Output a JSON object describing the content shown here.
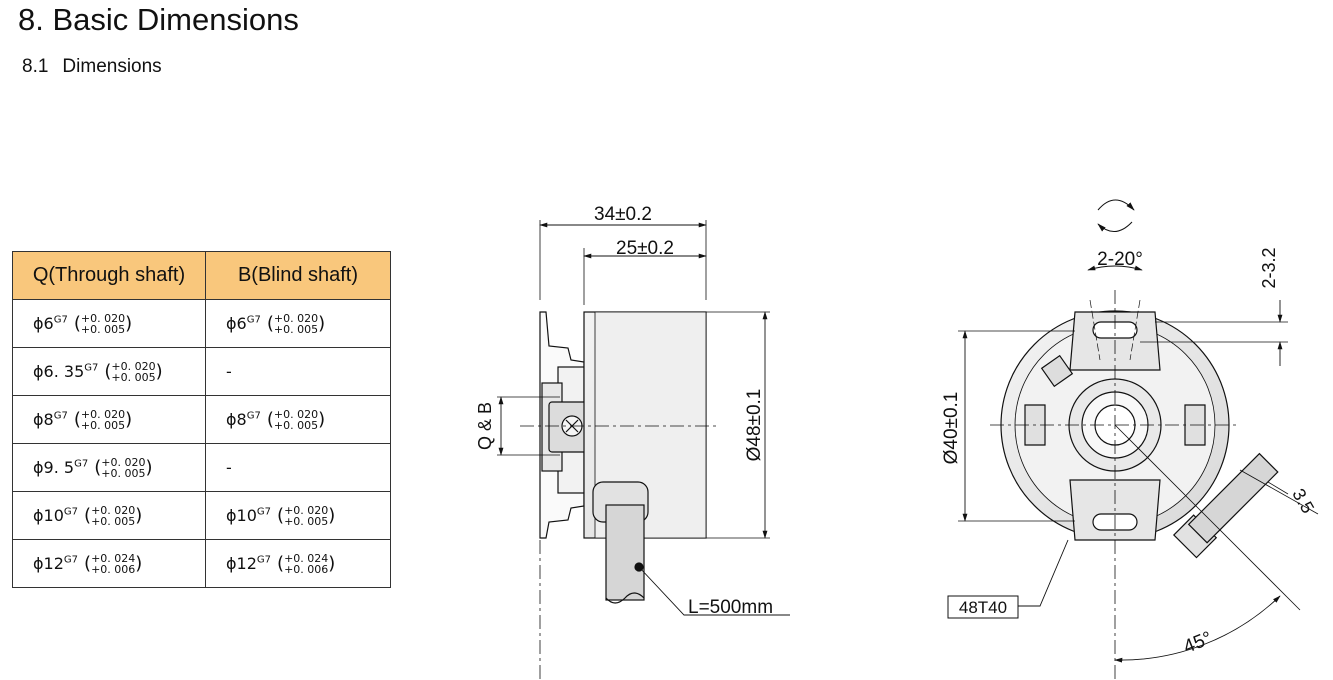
{
  "page": {
    "title": "8.  Basic Dimensions",
    "subtitle_number": "8.1",
    "subtitle_text": "Dimensions"
  },
  "table": {
    "headers": [
      "Q(Through shaft)",
      "B(Blind shaft)"
    ],
    "header_color": "#f9c77c",
    "rows": [
      [
        "ϕ6G7 (+0. 020 / +0. 005)",
        "ϕ6G7 (+0. 020 / +0. 005)"
      ],
      [
        "ϕ6. 35G7 (+0. 020 / +0. 005)",
        "-"
      ],
      [
        "ϕ8G7 (+0. 020 / +0. 005)",
        "ϕ8G7 (+0. 020 / +0. 005)"
      ],
      [
        "ϕ9. 5G7 (+0. 020 / +0. 005)",
        "-"
      ],
      [
        "ϕ10G7 (+0. 020 / +0. 005)",
        "ϕ10G7 (+0. 020 / +0. 005)"
      ],
      [
        "ϕ12G7 (+0. 024 / +0. 006)",
        "ϕ12G7 (+0. 024 / +0. 006)"
      ]
    ]
  },
  "side_view": {
    "dim_overall": "34±0.2",
    "dim_body": "25±0.2",
    "dim_diameter": "Ø48±0.1",
    "label_shaft": "Q & B",
    "cable_length": "L=500mm"
  },
  "front_view": {
    "dim_angle_range": "2-20°",
    "dim_slot": "2-3.2",
    "dim_diameter": "Ø40±0.1",
    "dim_cable": "3.5",
    "dim_angle": "45°",
    "part_label": "48T40"
  }
}
